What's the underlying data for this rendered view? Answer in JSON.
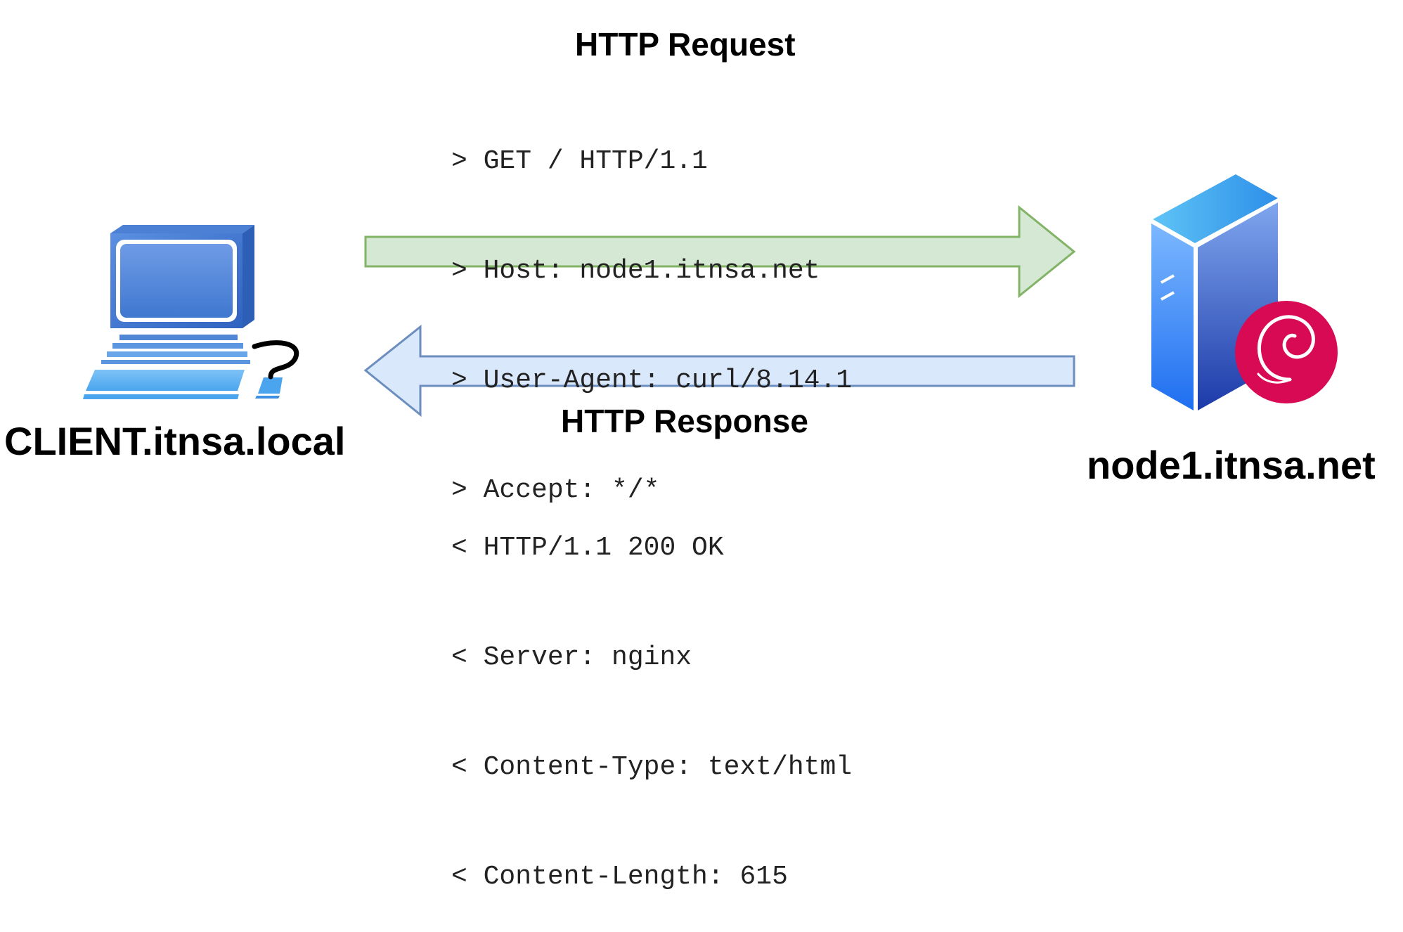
{
  "request": {
    "title": "HTTP Request",
    "lines": [
      "> GET / HTTP/1.1",
      "> Host: node1.itnsa.net",
      "> User-Agent: curl/8.14.1",
      "> Accept: */*"
    ]
  },
  "response": {
    "title": "HTTP Response",
    "lines": [
      "< HTTP/1.1 200 OK",
      "< Server: nginx",
      "< Content-Type: text/html",
      "< Content-Length: 615"
    ]
  },
  "client": {
    "label": "CLIENT.itnsa.local",
    "icon": "desktop-computer-icon"
  },
  "server": {
    "label": "node1.itnsa.net",
    "icon": "server-tower-icon",
    "badge_icon": "debian-swirl-icon"
  },
  "colors": {
    "request_arrow_fill": "#d5e8d4",
    "request_arrow_stroke": "#82b366",
    "response_arrow_fill": "#dae8fc",
    "response_arrow_stroke": "#6c8ebf",
    "debian_red": "#d70a53",
    "computer_blue": "#4f86d6",
    "server_blue": "#2f6fd8"
  }
}
